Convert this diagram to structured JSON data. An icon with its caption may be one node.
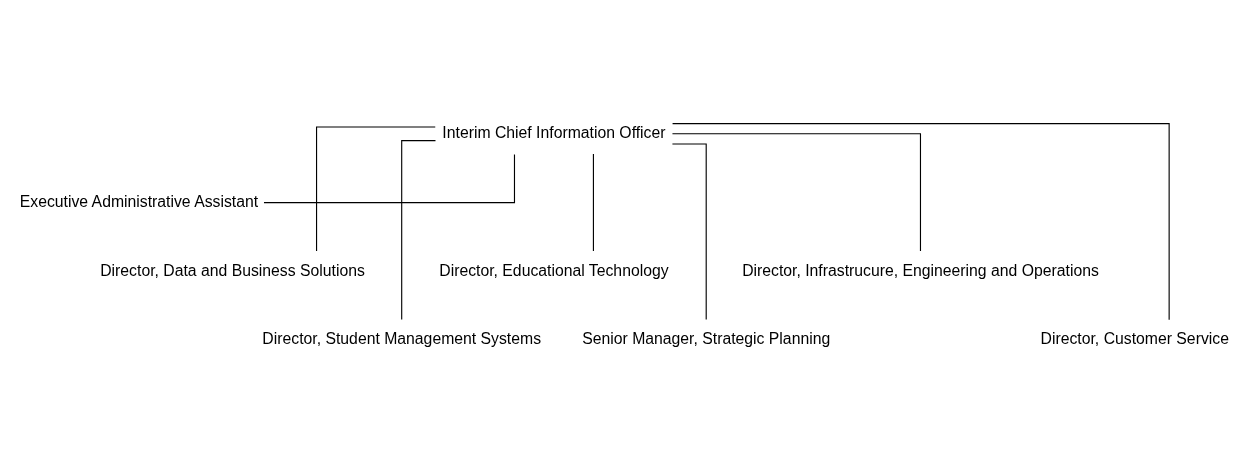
{
  "diagram": {
    "nodes": [
      {
        "text": [
          "Interim Chief Information Officer"
        ]
      },
      {
        "text": [
          "Executive Administrative Assistant"
        ]
      },
      {
        "text": [
          "Director, Data and Business Solutions"
        ]
      },
      {
        "text": [
          "Director, Student Management Systems"
        ]
      },
      {
        "text": [
          "Director, Educational Technology"
        ]
      },
      {
        "text": [
          "Senior Manager, Strategic Planning"
        ]
      },
      {
        "text": [
          "Director, Infrastrucure, Engineering and Operations"
        ]
      },
      {
        "text": [
          "Director, Customer Service"
        ]
      }
    ],
    "edges": [
      {
        "from": 0,
        "to": 1,
        "arrow": "none"
      },
      {
        "from": 0,
        "to": 2,
        "arrow": "none"
      },
      {
        "from": 0,
        "to": 3,
        "arrow": "none"
      },
      {
        "from": 0,
        "to": 4,
        "arrow": "none"
      },
      {
        "from": 0,
        "to": 5,
        "arrow": "none"
      },
      {
        "from": 0,
        "to": 6,
        "arrow": "none"
      },
      {
        "from": 0,
        "to": 7,
        "arrow": "none"
      }
    ]
  }
}
